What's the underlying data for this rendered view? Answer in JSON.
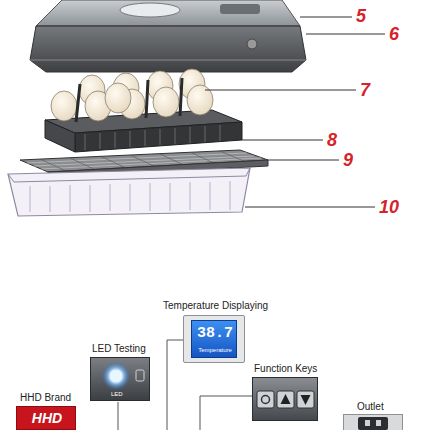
{
  "diagram": {
    "nodes": [
      {
        "text": [
          "Temperature Displaying",
          "38.7",
          "Temperature"
        ]
      },
      {
        "text": [
          "LED Testing",
          "LED"
        ]
      },
      {
        "text": [
          "Function Keys"
        ]
      },
      {
        "text": [
          "HHD Brand",
          "HHD"
        ]
      },
      {
        "text": [
          "Outlet"
        ]
      }
    ],
    "labels": [
      "5",
      "6",
      "7",
      "8",
      "9",
      "10"
    ]
  }
}
